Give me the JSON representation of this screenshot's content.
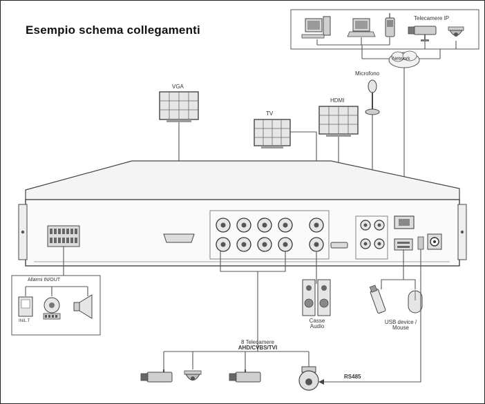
{
  "title": "Esempio schema collegamenti",
  "labels": {
    "cameras_ip": "Telecamere IP",
    "network": "Network",
    "microphone": "Microfono",
    "vga": "VGA",
    "tv": "TV",
    "hdmi": "HDMI",
    "alarm": "Allarmi IN/OUT",
    "speakers_line1": "Casse",
    "speakers_line2": "Audio",
    "usb_line1": "USB device /",
    "usb_line2": "Mouse",
    "analog_cams_line1": "8 Telecamere",
    "analog_cams_line2": "AHD/CVBS/TVI",
    "rs485": "RS485",
    "sensor": "IN/L.T"
  },
  "colors": {
    "line": "#555555",
    "device_fill": "#e6e6e6",
    "device_stroke": "#444444"
  }
}
